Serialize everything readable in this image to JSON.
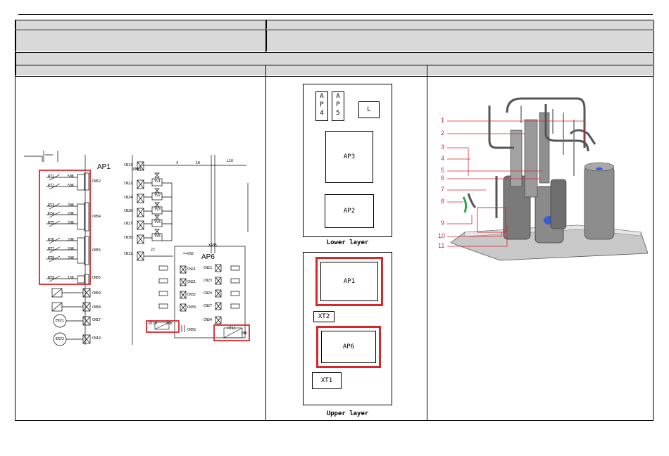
{
  "schematic": {
    "ap1": "AP1",
    "ap6": "AP6",
    "jump1": "JUMP1",
    "x435": "X435",
    "l10": "L10",
    "sensors": [
      {
        "name": "RT1",
        "val": "50K"
      },
      {
        "name": "RT2",
        "val": "50K"
      },
      {
        "name": "RT3",
        "val": "20K"
      },
      {
        "name": "RT4",
        "val": "20K"
      },
      {
        "name": "RT5",
        "val": "20K"
      },
      {
        "name": "RT6",
        "val": "20K"
      },
      {
        "name": "RT7",
        "val": "20K"
      },
      {
        "name": "RT8",
        "val": "20K"
      },
      {
        "name": "RT9",
        "val": "15K"
      }
    ],
    "ap1_connectors": [
      "CN52",
      "CN54",
      "CN55",
      "CN65",
      "CN59",
      "CN58",
      "CN17",
      "CN19"
    ],
    "ap1_mid_connectors": [
      "CN13",
      "CN22",
      "CN24",
      "CN26",
      "CN27",
      "CN30",
      "CN12"
    ],
    "valves": [
      "YV1",
      "YV2",
      "YV3",
      "YV4",
      "YV5"
    ],
    "eev": [
      "EKV1",
      "EKV2"
    ],
    "ap6_left": [
      "CN21",
      "CN21",
      "CN32",
      "CN33"
    ],
    "ap6_right": [
      "CN22",
      "CN23",
      "CN24",
      "CN27",
      "CN34"
    ],
    "cn2": "CN2",
    "cn56": "CN56",
    "rt10": {
      "name": "RT10",
      "val": "20K"
    },
    "rt11": {
      "name": "RT11",
      "val": "20K"
    },
    "misc_22": "22",
    "misc_4": "4",
    "misc_10": "10"
  },
  "layout_diagram": {
    "lower_boxes": {
      "ap4": [
        "A",
        "P",
        "4"
      ],
      "ap5": [
        "A",
        "P",
        "5"
      ],
      "l": "L",
      "ap3": "AP3",
      "ap2": "AP2"
    },
    "lower_caption": "Lower layer",
    "upper_boxes": {
      "ap1": "AP1",
      "xt2": "XT2",
      "ap6": "AP6",
      "xt1": "XT1"
    },
    "upper_caption": "Upper layer"
  },
  "callouts": [
    "1",
    "2",
    "3",
    "4",
    "5",
    "6",
    "7",
    "8",
    "9",
    "10",
    "11"
  ],
  "colors": {
    "highlight": "#d9262b",
    "header_grey": "#d9d9d9",
    "callout_red": "#d9262b"
  }
}
